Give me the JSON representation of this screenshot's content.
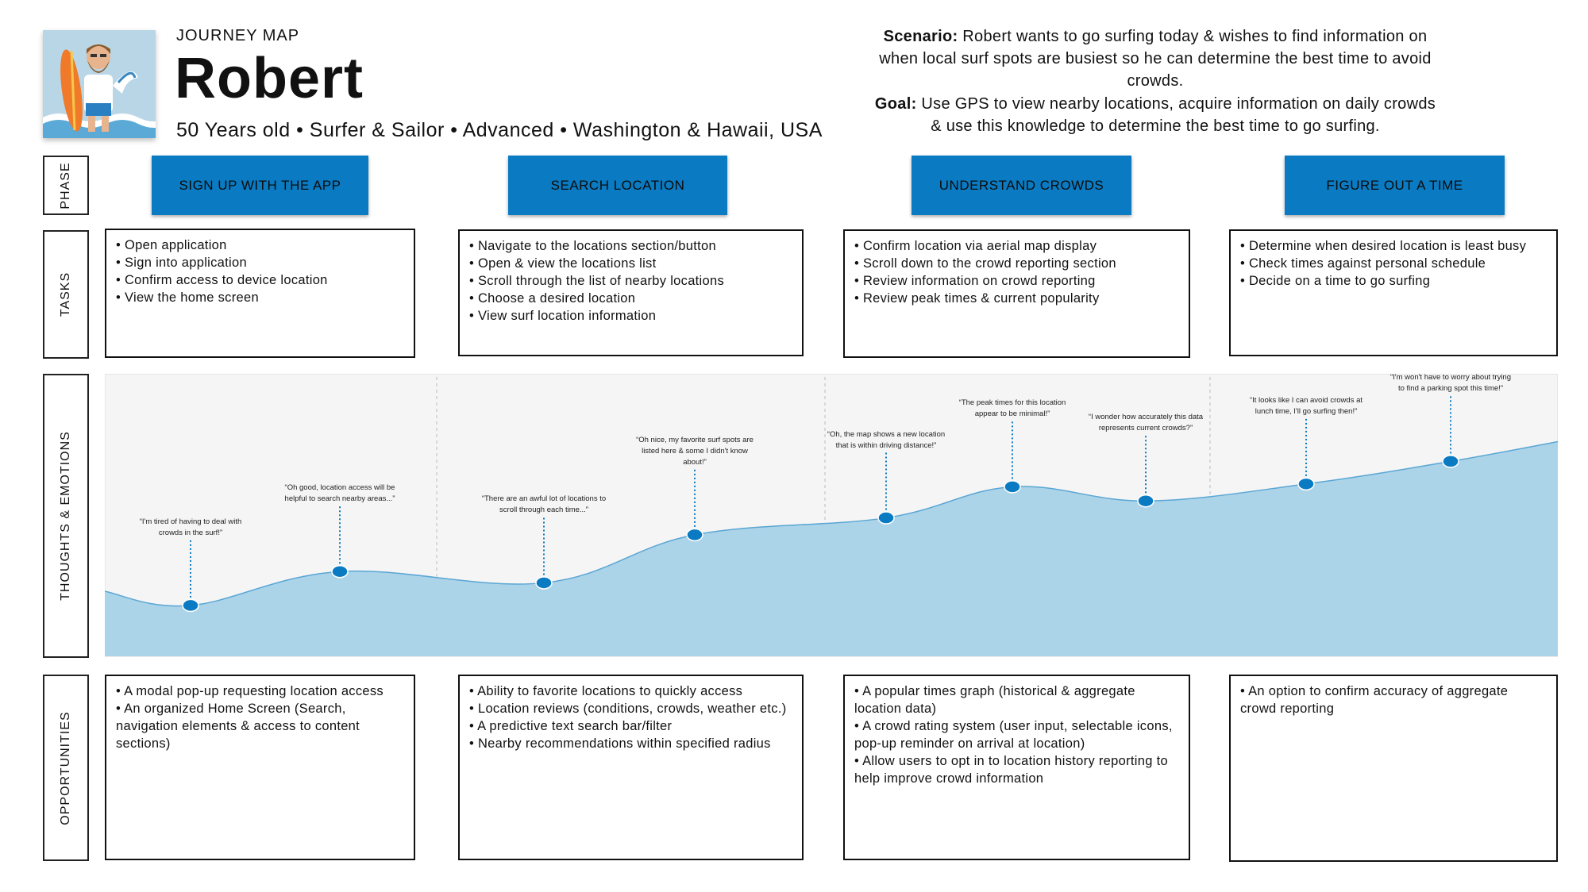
{
  "header": {
    "kicker": "JOURNEY MAP",
    "name": "Robert",
    "subtitle": "50 Years old • Surfer & Sailor • Advanced • Washington & Hawaii, USA",
    "scenario_label": "Scenario:",
    "scenario_text": " Robert wants to go surfing today & wishes to find information on when local surf spots are busiest so he can determine the best time to avoid crowds.",
    "goal_label": "Goal:",
    "goal_text": " Use GPS to view nearby locations, acquire information on daily crowds & use this knowledge to determine the best time to go surfing."
  },
  "rows": {
    "phase": "PHASE",
    "tasks": "TASKS",
    "thoughts": "THOUGHTS & EMOTIONS",
    "opportunities": "OPPORTUNITIES"
  },
  "phases": [
    "SIGN UP WITH THE APP",
    "SEARCH LOCATION",
    "UNDERSTAND CROWDS",
    "FIGURE OUT A TIME"
  ],
  "tasks": [
    [
      "Open application",
      "Sign into application",
      "Confirm access to device location",
      "View the home screen"
    ],
    [
      "Navigate to the locations section/button",
      "Open & view the locations list",
      "Scroll through the list of nearby locations",
      "Choose a desired location",
      "View surf location information"
    ],
    [
      "Confirm location via aerial map display",
      "Scroll down to the crowd reporting section",
      "Review information on crowd reporting",
      "Review peak times & current popularity"
    ],
    [
      "Determine when desired location is least busy",
      "Check times against personal schedule",
      "Decide on a time to go surfing"
    ]
  ],
  "opportunities": [
    [
      "A modal pop-up requesting location access",
      "An organized Home Screen (Search, navigation elements & access to content sections)"
    ],
    [
      "Ability to favorite locations to quickly access",
      "Location reviews (conditions, crowds, weather etc.)",
      "A predictive text search bar/filter",
      "Nearby recommendations within specified radius"
    ],
    [
      "A popular times graph (historical & aggregate location data)",
      "A crowd rating system (user input, selectable icons, pop-up reminder on arrival at location)",
      "Allow users to opt in to location history reporting to help improve crowd information"
    ],
    [
      "An option to confirm accuracy of aggregate crowd reporting"
    ]
  ],
  "chart_data": {
    "type": "area",
    "fill_color": "#acd4e9",
    "point_color": "#0a7bc2",
    "background_color": "#f5f5f5",
    "points": [
      {
        "quote": "“I'm tired of having to deal with crowds in the surf!”",
        "level": 0.18
      },
      {
        "quote": "“Oh good, location access will be helpful  to search nearby areas...”",
        "level": 0.3
      },
      {
        "quote": "“There are an awful lot of locations to scroll through each time...”",
        "level": 0.26
      },
      {
        "quote": "“Oh nice, my favorite surf spots are listed here & some I didn't know about!”",
        "level": 0.43
      },
      {
        "quote": "“Oh, the map shows a new location that is within driving distance!”",
        "level": 0.49
      },
      {
        "quote": "“The peak times for this location appear to be minimal!”",
        "level": 0.6
      },
      {
        "quote": "“I wonder how accurately this data represents current crowds?”",
        "level": 0.55
      },
      {
        "quote": "“It looks like I can avoid crowds at lunch time, I'll go surfing then!”",
        "level": 0.61
      },
      {
        "quote": "“I'm won't have to worry about trying to find a parking spot this time!”",
        "level": 0.69
      }
    ]
  }
}
